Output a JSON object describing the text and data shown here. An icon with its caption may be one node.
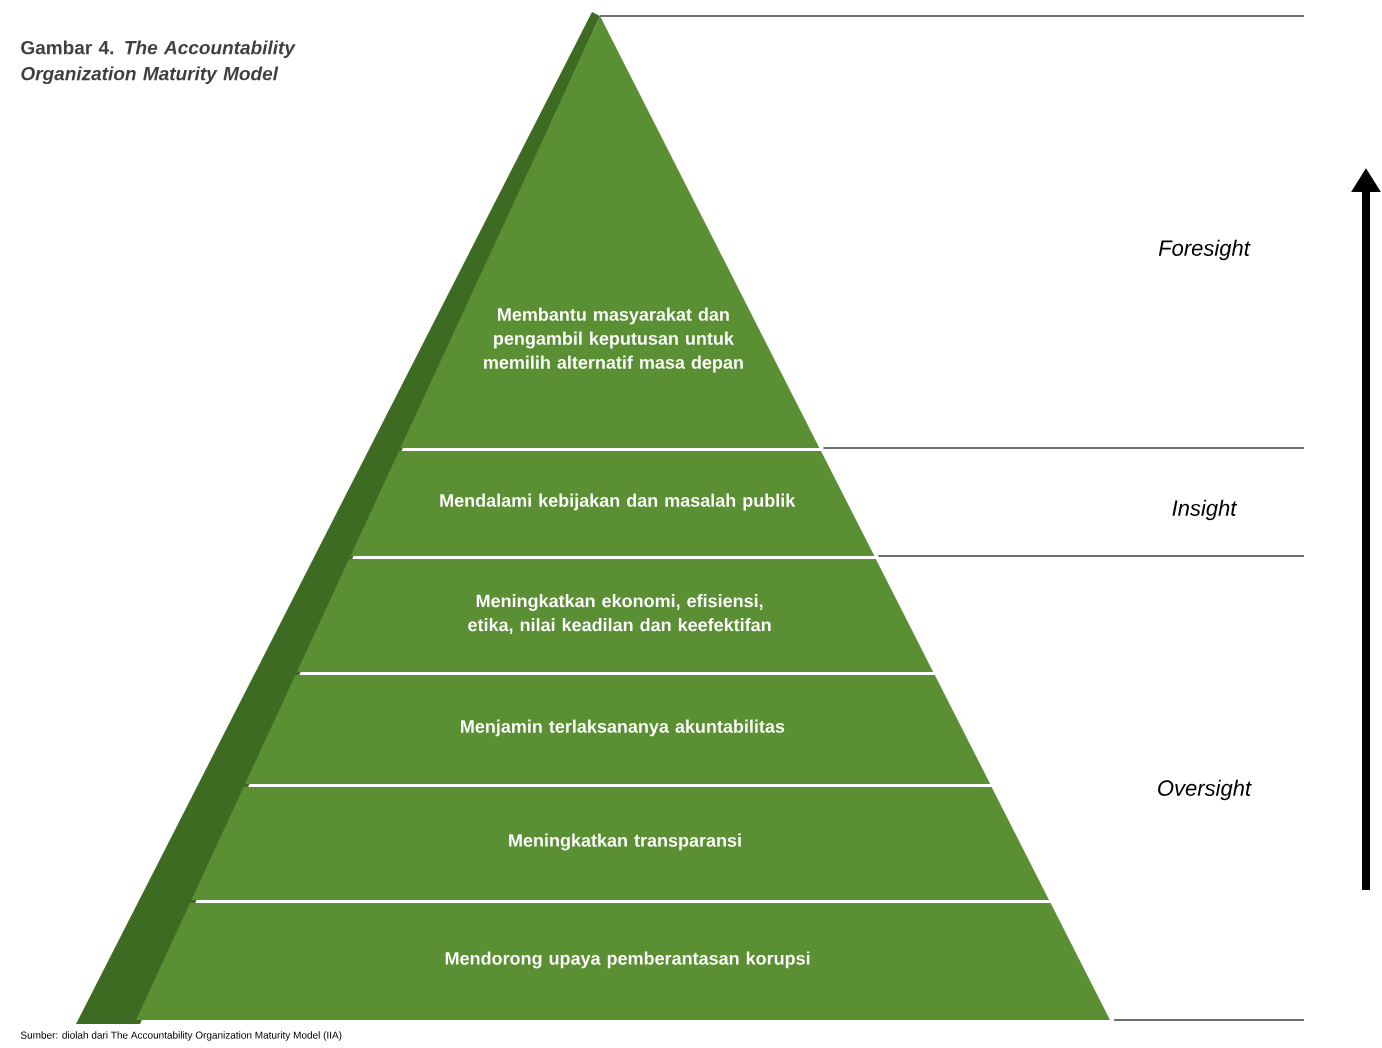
{
  "diagram": {
    "title": "Gambar 4. *The Accountability Organization Maturity Model*",
    "caption": "Sumber: diolah dari The Accountability Organization Maturity Model (IIA)",
    "nodes": [
      {
        "text": [
          "Membantu masyarakat dan pengambil keputusan untuk memilih alternatif masa depan"
        ]
      },
      {
        "text": [
          "Mendalami kebijakan dan masalah publik"
        ]
      },
      {
        "text": [
          "Meningkatkan ekonomi, efisiensi, etika, nilai keadilan dan keefektifan"
        ]
      },
      {
        "text": [
          "Menjamin terlaksananya akuntabilitas"
        ]
      },
      {
        "text": [
          "Meningkatkan transparansi"
        ]
      },
      {
        "text": [
          "Mendorong upaya pemberantasan korupsi"
        ]
      }
    ],
    "edges": [],
    "labels": [
      "Foresight",
      "Insight",
      "Oversight"
    ]
  }
}
